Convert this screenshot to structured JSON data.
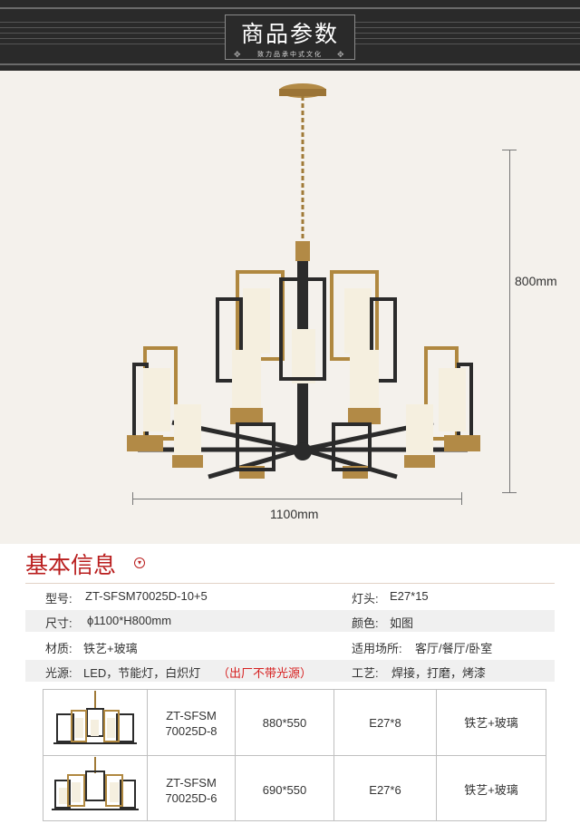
{
  "header": {
    "title": "商品参数",
    "subtitle": "致力品承中式文化"
  },
  "product": {
    "dimensions": {
      "height_label": "800mm",
      "width_label": "1100mm"
    }
  },
  "info": {
    "title": "基本信息",
    "rows": [
      {
        "left_label": "型号:",
        "left_value": "ZT-SFSM70025D-10+5",
        "right_label": "灯头:",
        "right_value": "E27*15"
      },
      {
        "left_label": "尺寸:",
        "left_value": "ϕ1100*H800mm",
        "right_label": "颜色:",
        "right_value": "如图"
      },
      {
        "left_label": "材质:",
        "left_value": "铁艺+玻璃",
        "right_label": "适用场所:",
        "right_value": "客厅/餐厅/卧室"
      },
      {
        "left_label": "光源:",
        "left_value": "LED，节能灯，白炽灯",
        "left_note": "（出厂不带光源）",
        "right_label": "工艺:",
        "right_value": "焊接，打磨，烤漆"
      }
    ]
  },
  "variants": [
    {
      "model_line1": "ZT-SFSM",
      "model_line2": "70025D-8",
      "size": "880*550",
      "bulb": "E27*8",
      "material": "铁艺+玻璃"
    },
    {
      "model_line1": "ZT-SFSM",
      "model_line2": "70025D-6",
      "size": "690*550",
      "bulb": "E27*6",
      "material": "铁艺+玻璃"
    }
  ]
}
